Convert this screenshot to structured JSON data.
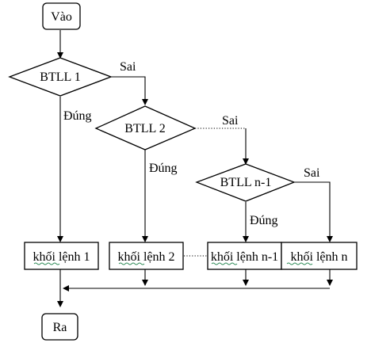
{
  "nodes": {
    "start": "Vào",
    "cond1": "BTLL 1",
    "cond2": "BTLL 2",
    "condn1": "BTLL n-1",
    "block1": "khối lệnh 1",
    "block2": "khối lệnh 2",
    "blockn1": "khối lệnh n-1",
    "blockn": "khối lệnh n",
    "end": "Ra"
  },
  "edges": {
    "true1": "Đúng",
    "false1": "Sai",
    "true2": "Đúng",
    "false2": "Sai",
    "truen1": "Đúng",
    "falsen1": "Sai"
  }
}
